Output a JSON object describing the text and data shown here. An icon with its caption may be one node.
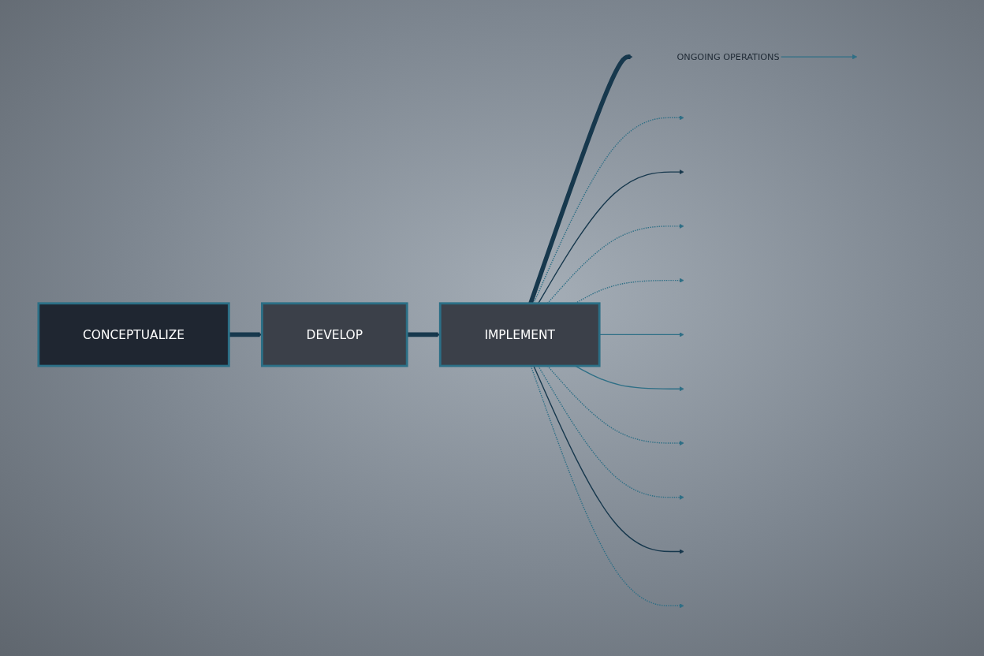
{
  "diagram": {
    "nodes": [
      {
        "text": [
          "CONCEPTUALIZE"
        ]
      },
      {
        "text": [
          "DEVELOP"
        ]
      },
      {
        "text": [
          "IMPLEMENT"
        ]
      },
      {
        "text": [
          "ONGOING OPERATIONS"
        ]
      }
    ],
    "edges": [
      {
        "from": 0,
        "to": 1,
        "arrow": "to",
        "style": "thick"
      },
      {
        "from": 1,
        "to": 2,
        "arrow": "to",
        "style": "thick"
      },
      {
        "from": 2,
        "to": 3,
        "arrow": "to",
        "style": "thick"
      },
      {
        "from": 2,
        "to": null,
        "arrow": "to",
        "style": "dashed",
        "color": "#2e6f86"
      },
      {
        "from": 2,
        "to": null,
        "arrow": "to"
      },
      {
        "from": 2,
        "to": null,
        "arrow": "to",
        "style": "dashed",
        "color": "#2e6f86"
      },
      {
        "from": 2,
        "to": null,
        "arrow": "to",
        "style": "dashed",
        "color": "#2e6f86"
      },
      {
        "from": 2,
        "to": null,
        "arrow": "to",
        "color": "#2e6f86"
      },
      {
        "from": 2,
        "to": null,
        "arrow": "to",
        "color": "#2e6f86"
      },
      {
        "from": 2,
        "to": null,
        "arrow": "to",
        "style": "dashed",
        "color": "#2e6f86"
      },
      {
        "from": 2,
        "to": null,
        "arrow": "to",
        "style": "dashed",
        "color": "#2e6f86"
      },
      {
        "from": 2,
        "to": null,
        "arrow": "to"
      },
      {
        "from": 2,
        "to": null,
        "arrow": "to",
        "style": "dashed",
        "color": "#2e6f86"
      },
      {
        "from": 3,
        "to": null,
        "arrow": "to",
        "color": "#2e6f86"
      }
    ]
  }
}
